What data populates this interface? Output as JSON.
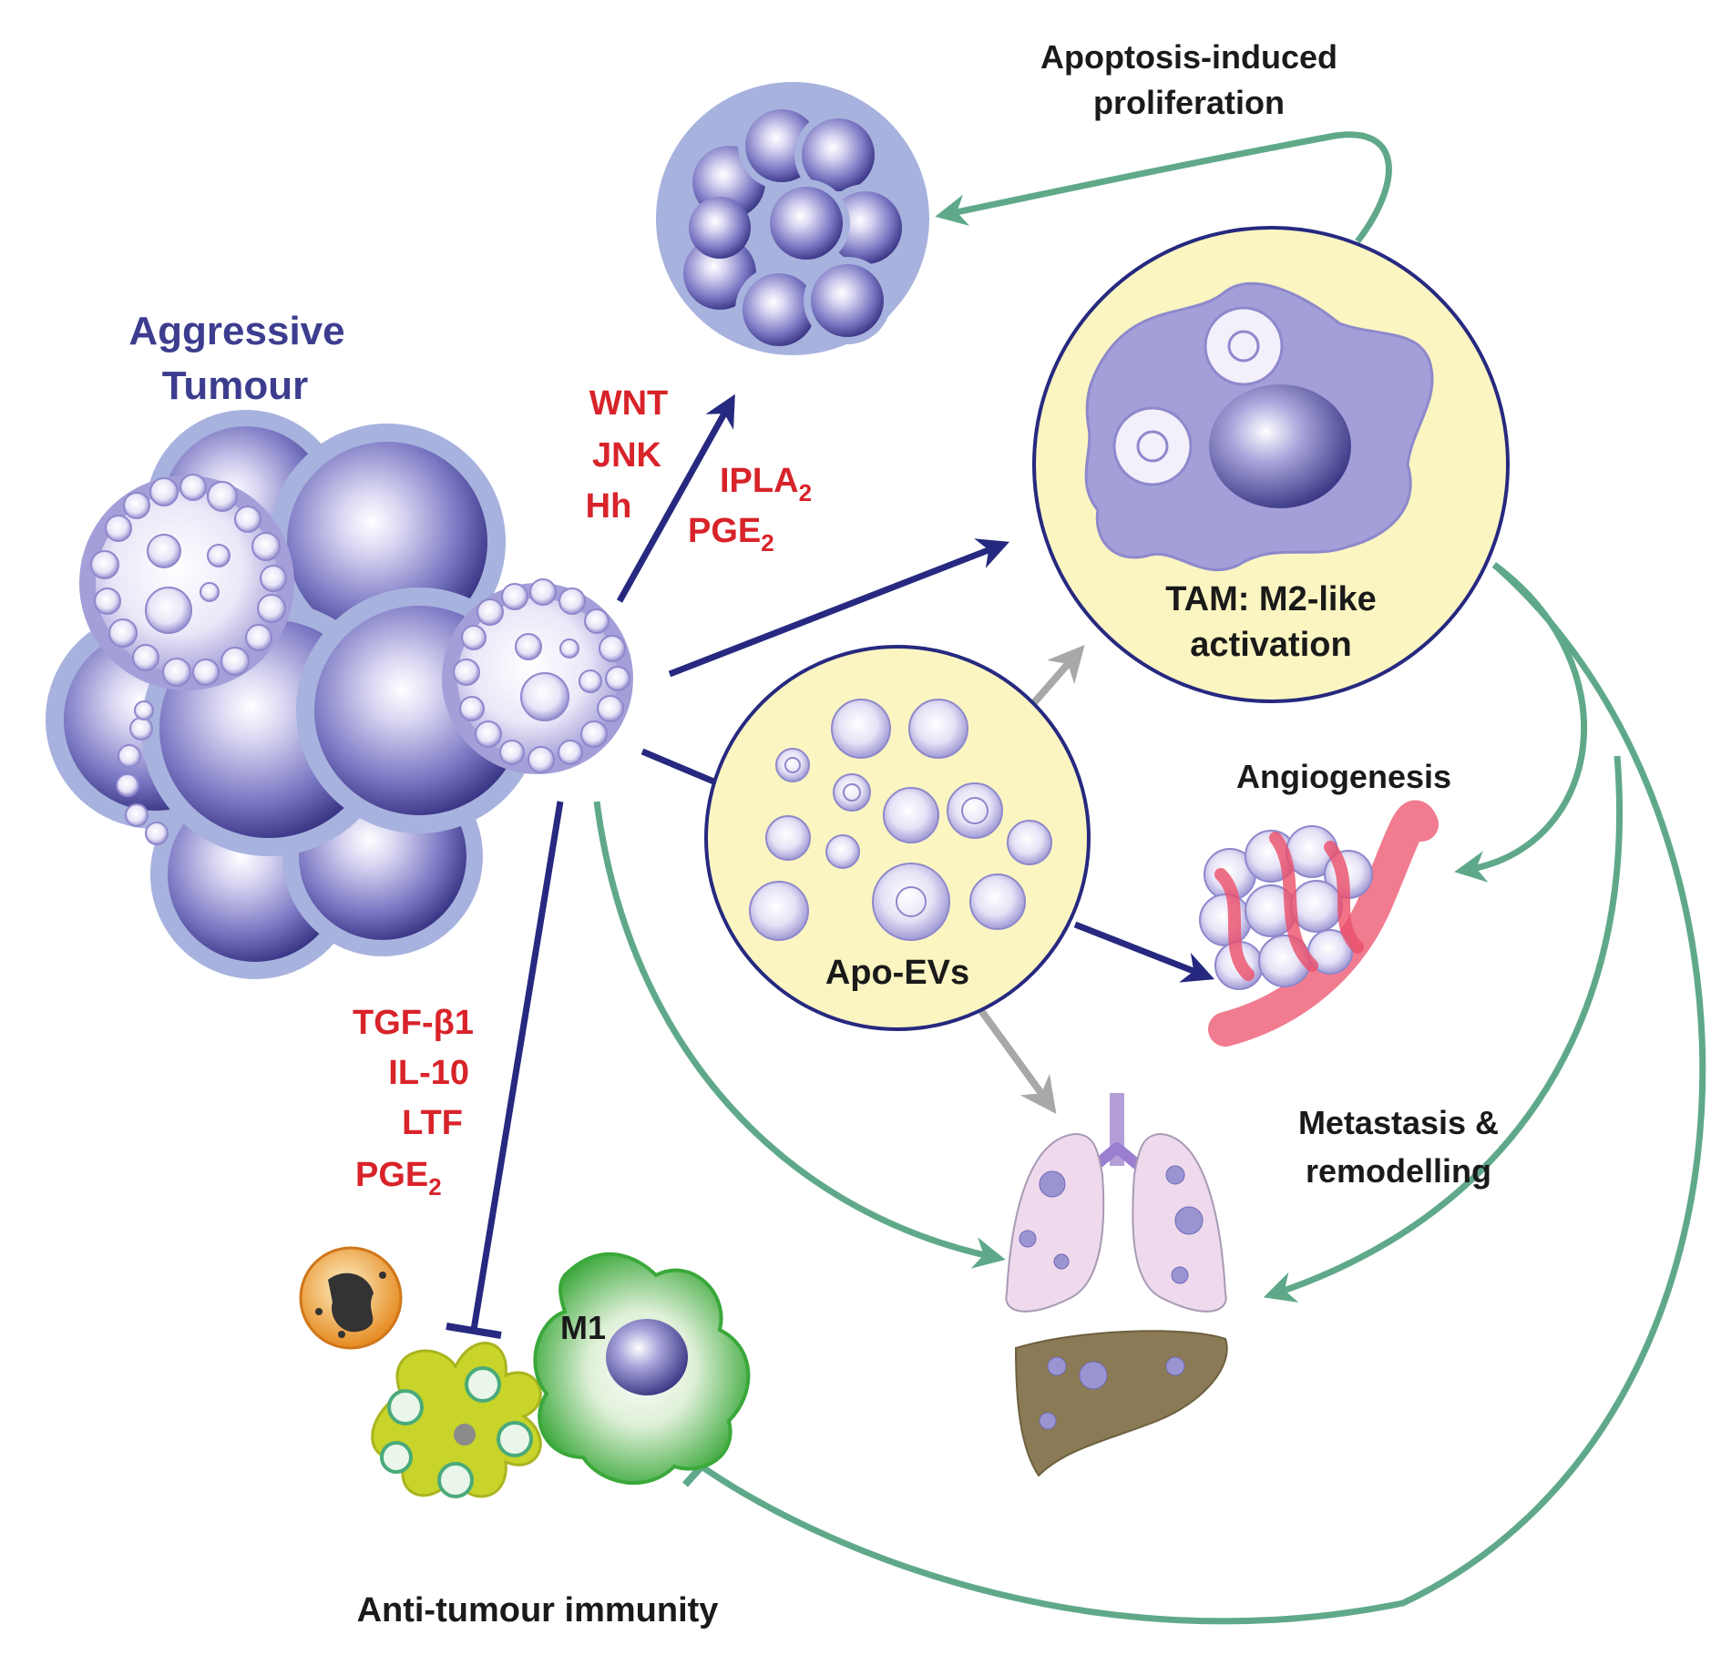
{
  "titles": {
    "tumour_line1": "Aggressive",
    "tumour_line2": "Tumour",
    "proliferation_line1": "Apoptosis-induced",
    "proliferation_line2": "proliferation",
    "tam_line1": "TAM: M2-like",
    "tam_line2": "activation",
    "apo_evs": "Apo-EVs",
    "angiogenesis": "Angiogenesis",
    "metastasis_line1": "Metastasis &",
    "metastasis_line2": "remodelling",
    "m1": "M1",
    "anti_tumour": "Anti-tumour immunity"
  },
  "factors_proliferation_left": [
    "WNT",
    "JNK",
    "Hh"
  ],
  "factors_proliferation_right": [
    {
      "base": "IPLA",
      "sub": "2"
    },
    {
      "base": "PGE",
      "sub": "2"
    }
  ],
  "factors_immunity": [
    {
      "base": "TGF-β1",
      "sub": ""
    },
    {
      "base": "IL-10",
      "sub": ""
    },
    {
      "base": "LTF",
      "sub": ""
    },
    {
      "base": "PGE",
      "sub": "2"
    }
  ],
  "colors": {
    "tumour_cell": "#7b78c4",
    "tumour_outline": "#a8b2de",
    "arrow_blue": "#26297f",
    "arrow_green": "#5fa98a",
    "arrow_gray": "#a8a8a8",
    "panel_yellow": "#fbf5c2",
    "factor_red": "#d8232a",
    "m1_green": "#3aa83a",
    "dendritic_yellow": "#c8d42a",
    "neutrophil_orange": "#f0a040",
    "lung_pink": "#efd9ec",
    "liver_brown": "#8a7a55",
    "vessel_red": "#ec4f6a"
  }
}
